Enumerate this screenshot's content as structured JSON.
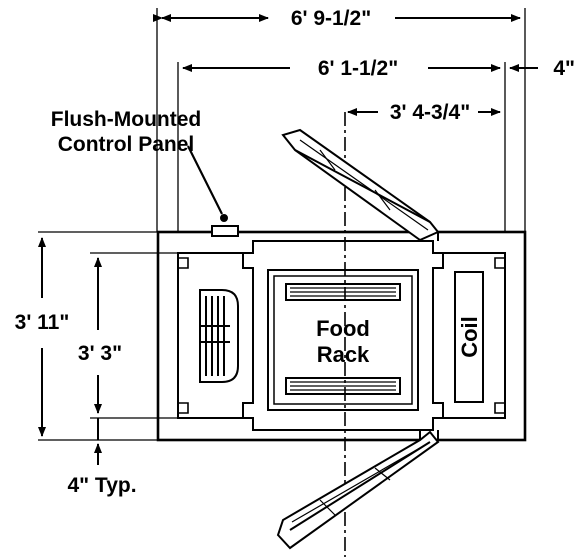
{
  "dimensions": {
    "overall_width": "6' 9-1/2\"",
    "inner_width": "6' 1-1/2\"",
    "wall_thickness": "4\"",
    "center_offset": "3' 4-3/4\"",
    "overall_depth": "3' 11\"",
    "inner_depth": "3' 3\"",
    "typical_wall": "4\" Typ."
  },
  "callouts": {
    "control_panel_line1": "Flush-Mounted",
    "control_panel_line2": "Control Panel",
    "food_rack_line1": "Food",
    "food_rack_line2": "Rack",
    "coil": "Coil"
  },
  "colors": {
    "ink": "#000000",
    "paper": "#ffffff"
  }
}
